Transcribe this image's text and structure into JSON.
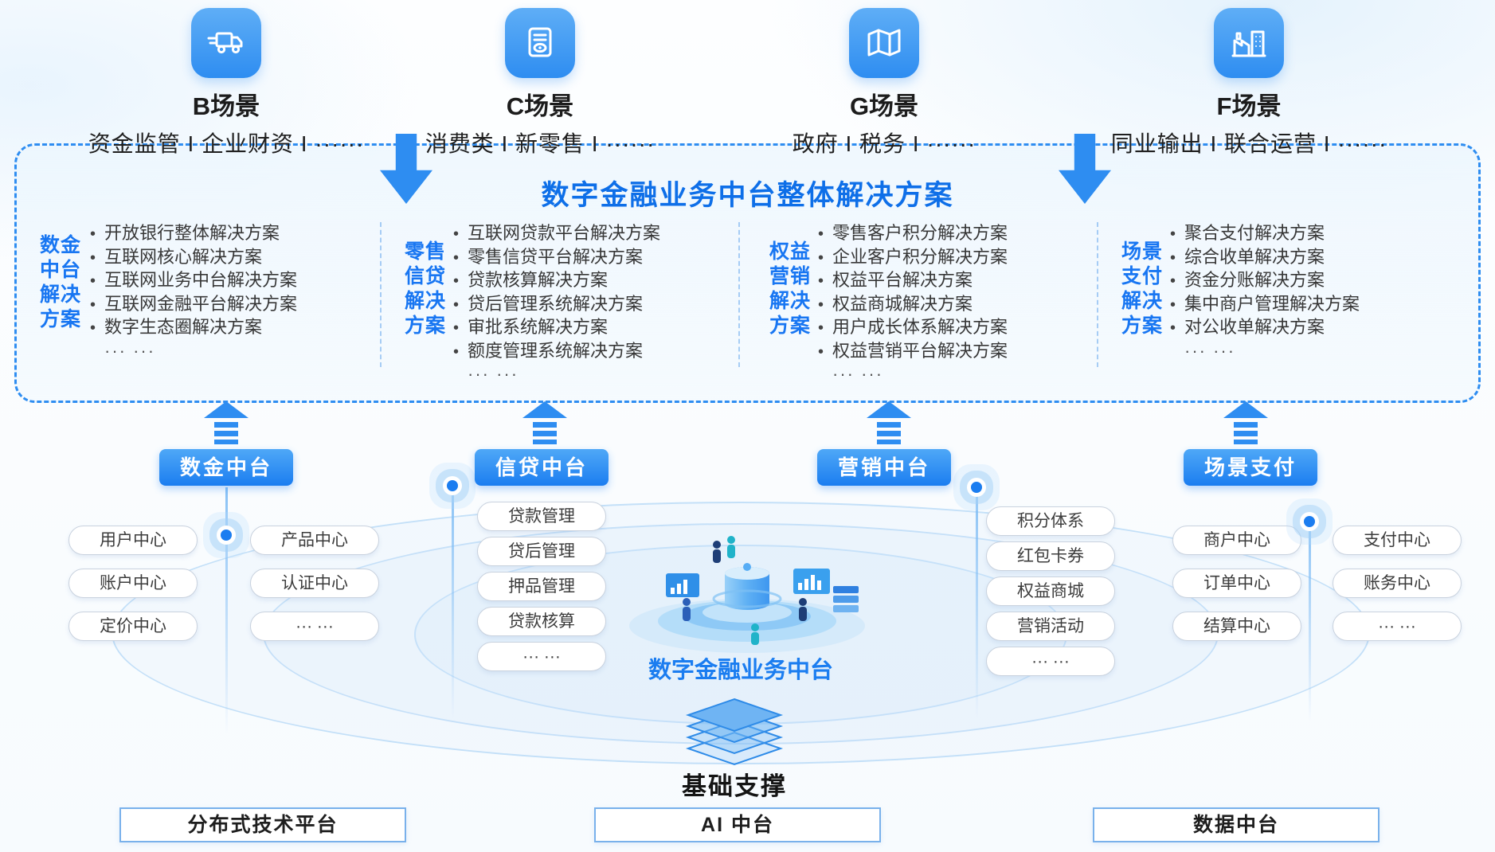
{
  "scenarios": [
    {
      "title": "B场景",
      "subtitle": "资金监管 I 企业财资 I ······",
      "icon": "truck-icon"
    },
    {
      "title": "C场景",
      "subtitle": "消费类 I 新零售 I ······",
      "icon": "receipt-icon"
    },
    {
      "title": "G场景",
      "subtitle": "政府 I 税务 I ······",
      "icon": "map-icon"
    },
    {
      "title": "F场景",
      "subtitle": "同业输出 I 联合运营 I ······",
      "icon": "factory-icon"
    }
  ],
  "solution_panel": {
    "title": "数字金融业务中台整体解决方案",
    "groups": [
      {
        "label_lines": [
          "数金",
          "中台",
          "解决",
          "方案"
        ],
        "items": [
          "开放银行整体解决方案",
          "互联网核心解决方案",
          "互联网业务中台解决方案",
          "互联网金融平台解决方案",
          "数字生态圈解决方案"
        ],
        "more": "··· ···"
      },
      {
        "label_lines": [
          "零售",
          "信贷",
          "解决",
          "方案"
        ],
        "items": [
          "互联网贷款平台解决方案",
          "零售信贷平台解决方案",
          "贷款核算解决方案",
          "贷后管理系统解决方案",
          "审批系统解决方案",
          "额度管理系统解决方案"
        ],
        "more": "··· ···"
      },
      {
        "label_lines": [
          "权益",
          "营销",
          "解决",
          "方案"
        ],
        "items": [
          "零售客户积分解决方案",
          "企业客户积分解决方案",
          "权益平台解决方案",
          "权益商城解决方案",
          "用户成长体系解决方案",
          "权益营销平台解决方案"
        ],
        "more": "··· ···"
      },
      {
        "label_lines": [
          "场景",
          "支付",
          "解决",
          "方案"
        ],
        "items": [
          "聚合支付解决方案",
          "综合收单解决方案",
          "资金分账解决方案",
          "集中商户管理解决方案",
          "对公收单解决方案"
        ],
        "more": "··· ···"
      }
    ]
  },
  "middle_platforms": {
    "buttons": [
      "数金中台",
      "信贷中台",
      "营销中台",
      "场景支付"
    ],
    "shujin_pills": [
      "用户中心",
      "账户中心",
      "定价中心",
      "产品中心",
      "认证中心",
      "··· ···"
    ],
    "xindai_pills": [
      "贷款管理",
      "贷后管理",
      "押品管理",
      "贷款核算",
      "··· ···"
    ],
    "yingxiao_pills": [
      "积分体系",
      "红包卡券",
      "权益商城",
      "营销活动",
      "··· ···"
    ],
    "zhifu_pills": [
      "商户中心",
      "订单中心",
      "结算中心",
      "支付中心",
      "账务中心",
      "··· ···"
    ],
    "center_label": "数字金融业务中台",
    "center_icon": "platform-illustration"
  },
  "foundation": {
    "icon": "stacked-layers-icon",
    "label": "基础支撑",
    "boxes": [
      "分布式技术平台",
      "AI 中台",
      "数据中台"
    ]
  },
  "colors": {
    "primary_blue": "#2E8DF1",
    "deep_blue": "#1B7DF0",
    "title_blue": "#0E6FE8",
    "ring_blue": "#CBE5FA"
  }
}
